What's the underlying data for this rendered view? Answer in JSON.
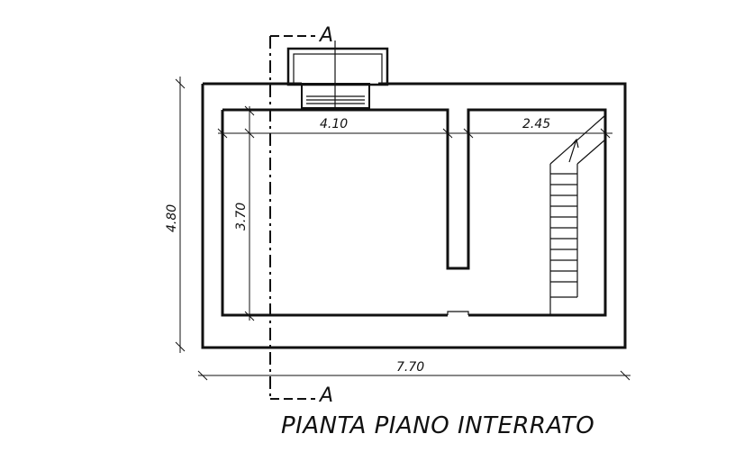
{
  "drawing": {
    "title": "PIANTA PIANO INTERRATO",
    "section_label_top": "A",
    "section_label_bottom": "A",
    "dimensions": {
      "room_left_width": "4.10",
      "room_right_width": "2.45",
      "total_width": "7.70",
      "total_height": "4.80",
      "room_height": "3.70"
    }
  }
}
